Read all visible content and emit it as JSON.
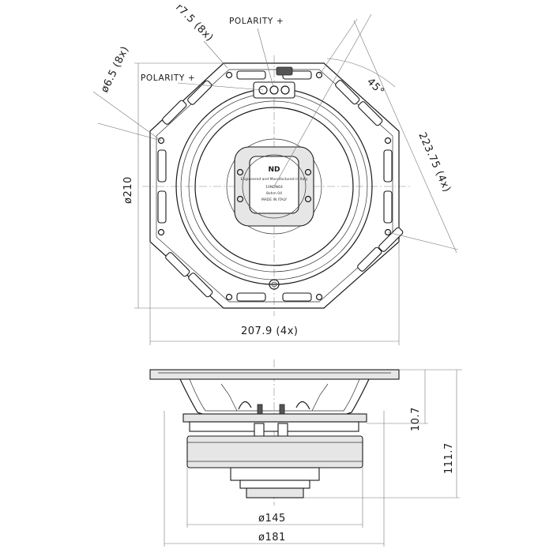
{
  "callouts": {
    "polarity_top": "POLARITY +",
    "polarity_left": "POLARITY +",
    "corner_radius": "r7.5 (8x)",
    "hole_diameter": "ø6.5 (8x)",
    "angle": "45°"
  },
  "dimensions": {
    "frame_height": "ø210",
    "bolt_circle": "223.75 (4x)",
    "frame_width": "207.9 (4x)",
    "flange_offset": "10.7",
    "total_depth": "111.7",
    "magnet_diameter": "ø145",
    "cutout_diameter": "ø181"
  },
  "label_plate": {
    "brand": "ND",
    "lines": [
      "Engineered and Manufactured in Italy",
      "10NDN64",
      "8ohm   04",
      "MADE IN ITALY"
    ]
  }
}
